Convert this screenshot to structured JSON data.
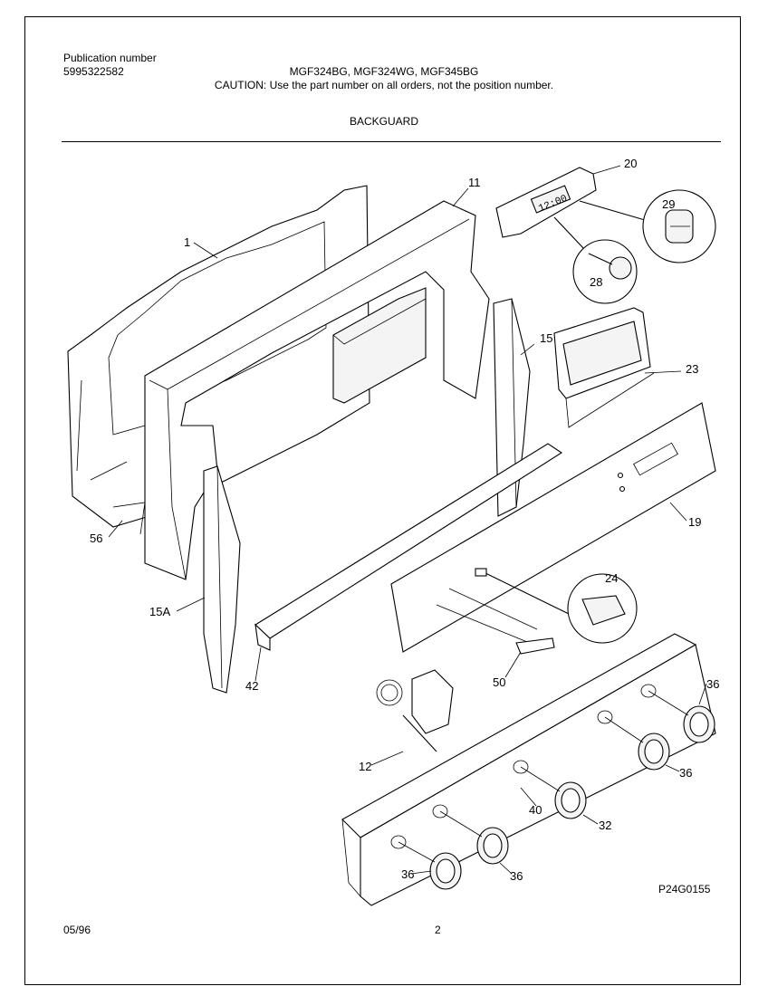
{
  "header": {
    "publication_label": "Publication number",
    "publication_number": "5995322582",
    "models": "MGF324BG, MGF324WG, MGF345BG",
    "caution": "CAUTION:  Use the part number on all orders, not the position number.",
    "section_title": "BACKGUARD"
  },
  "callouts": {
    "c1": "1",
    "c11": "11",
    "c20": "20",
    "c29": "29",
    "c28": "28",
    "c15": "15",
    "c23": "23",
    "c19": "19",
    "c56": "56",
    "c15a": "15A",
    "c42": "42",
    "c24": "24",
    "c50": "50",
    "c36a": "36",
    "c36b": "36",
    "c12": "12",
    "c40": "40",
    "c32": "32",
    "c36c": "36",
    "c36d": "36"
  },
  "clock_display": "12:00",
  "figure_id": "P24G0155",
  "footer": {
    "date": "05/96",
    "page": "2"
  }
}
